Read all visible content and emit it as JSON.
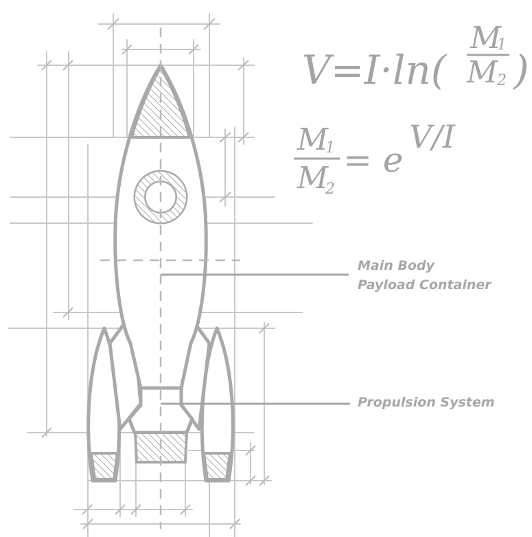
{
  "labels": {
    "main_body_line1": "Main Body",
    "main_body_line2": "Payload Container",
    "propulsion": "Propulsion System"
  },
  "formulas": {
    "f1_lhs": "V=I·ln(",
    "f1_num": "M",
    "f1_num_sub": "1",
    "f1_den": "M",
    "f1_den_sub": "2",
    "f1_close": ")",
    "f2_num": "M",
    "f2_num_sub": "1",
    "f2_den": "M",
    "f2_den_sub": "2",
    "f2_eq": "= e",
    "f2_exp": "V/I"
  },
  "colors": {
    "line": "#a9a9ac",
    "grid": "#c9c9cb",
    "text": "#a7a7aa"
  }
}
